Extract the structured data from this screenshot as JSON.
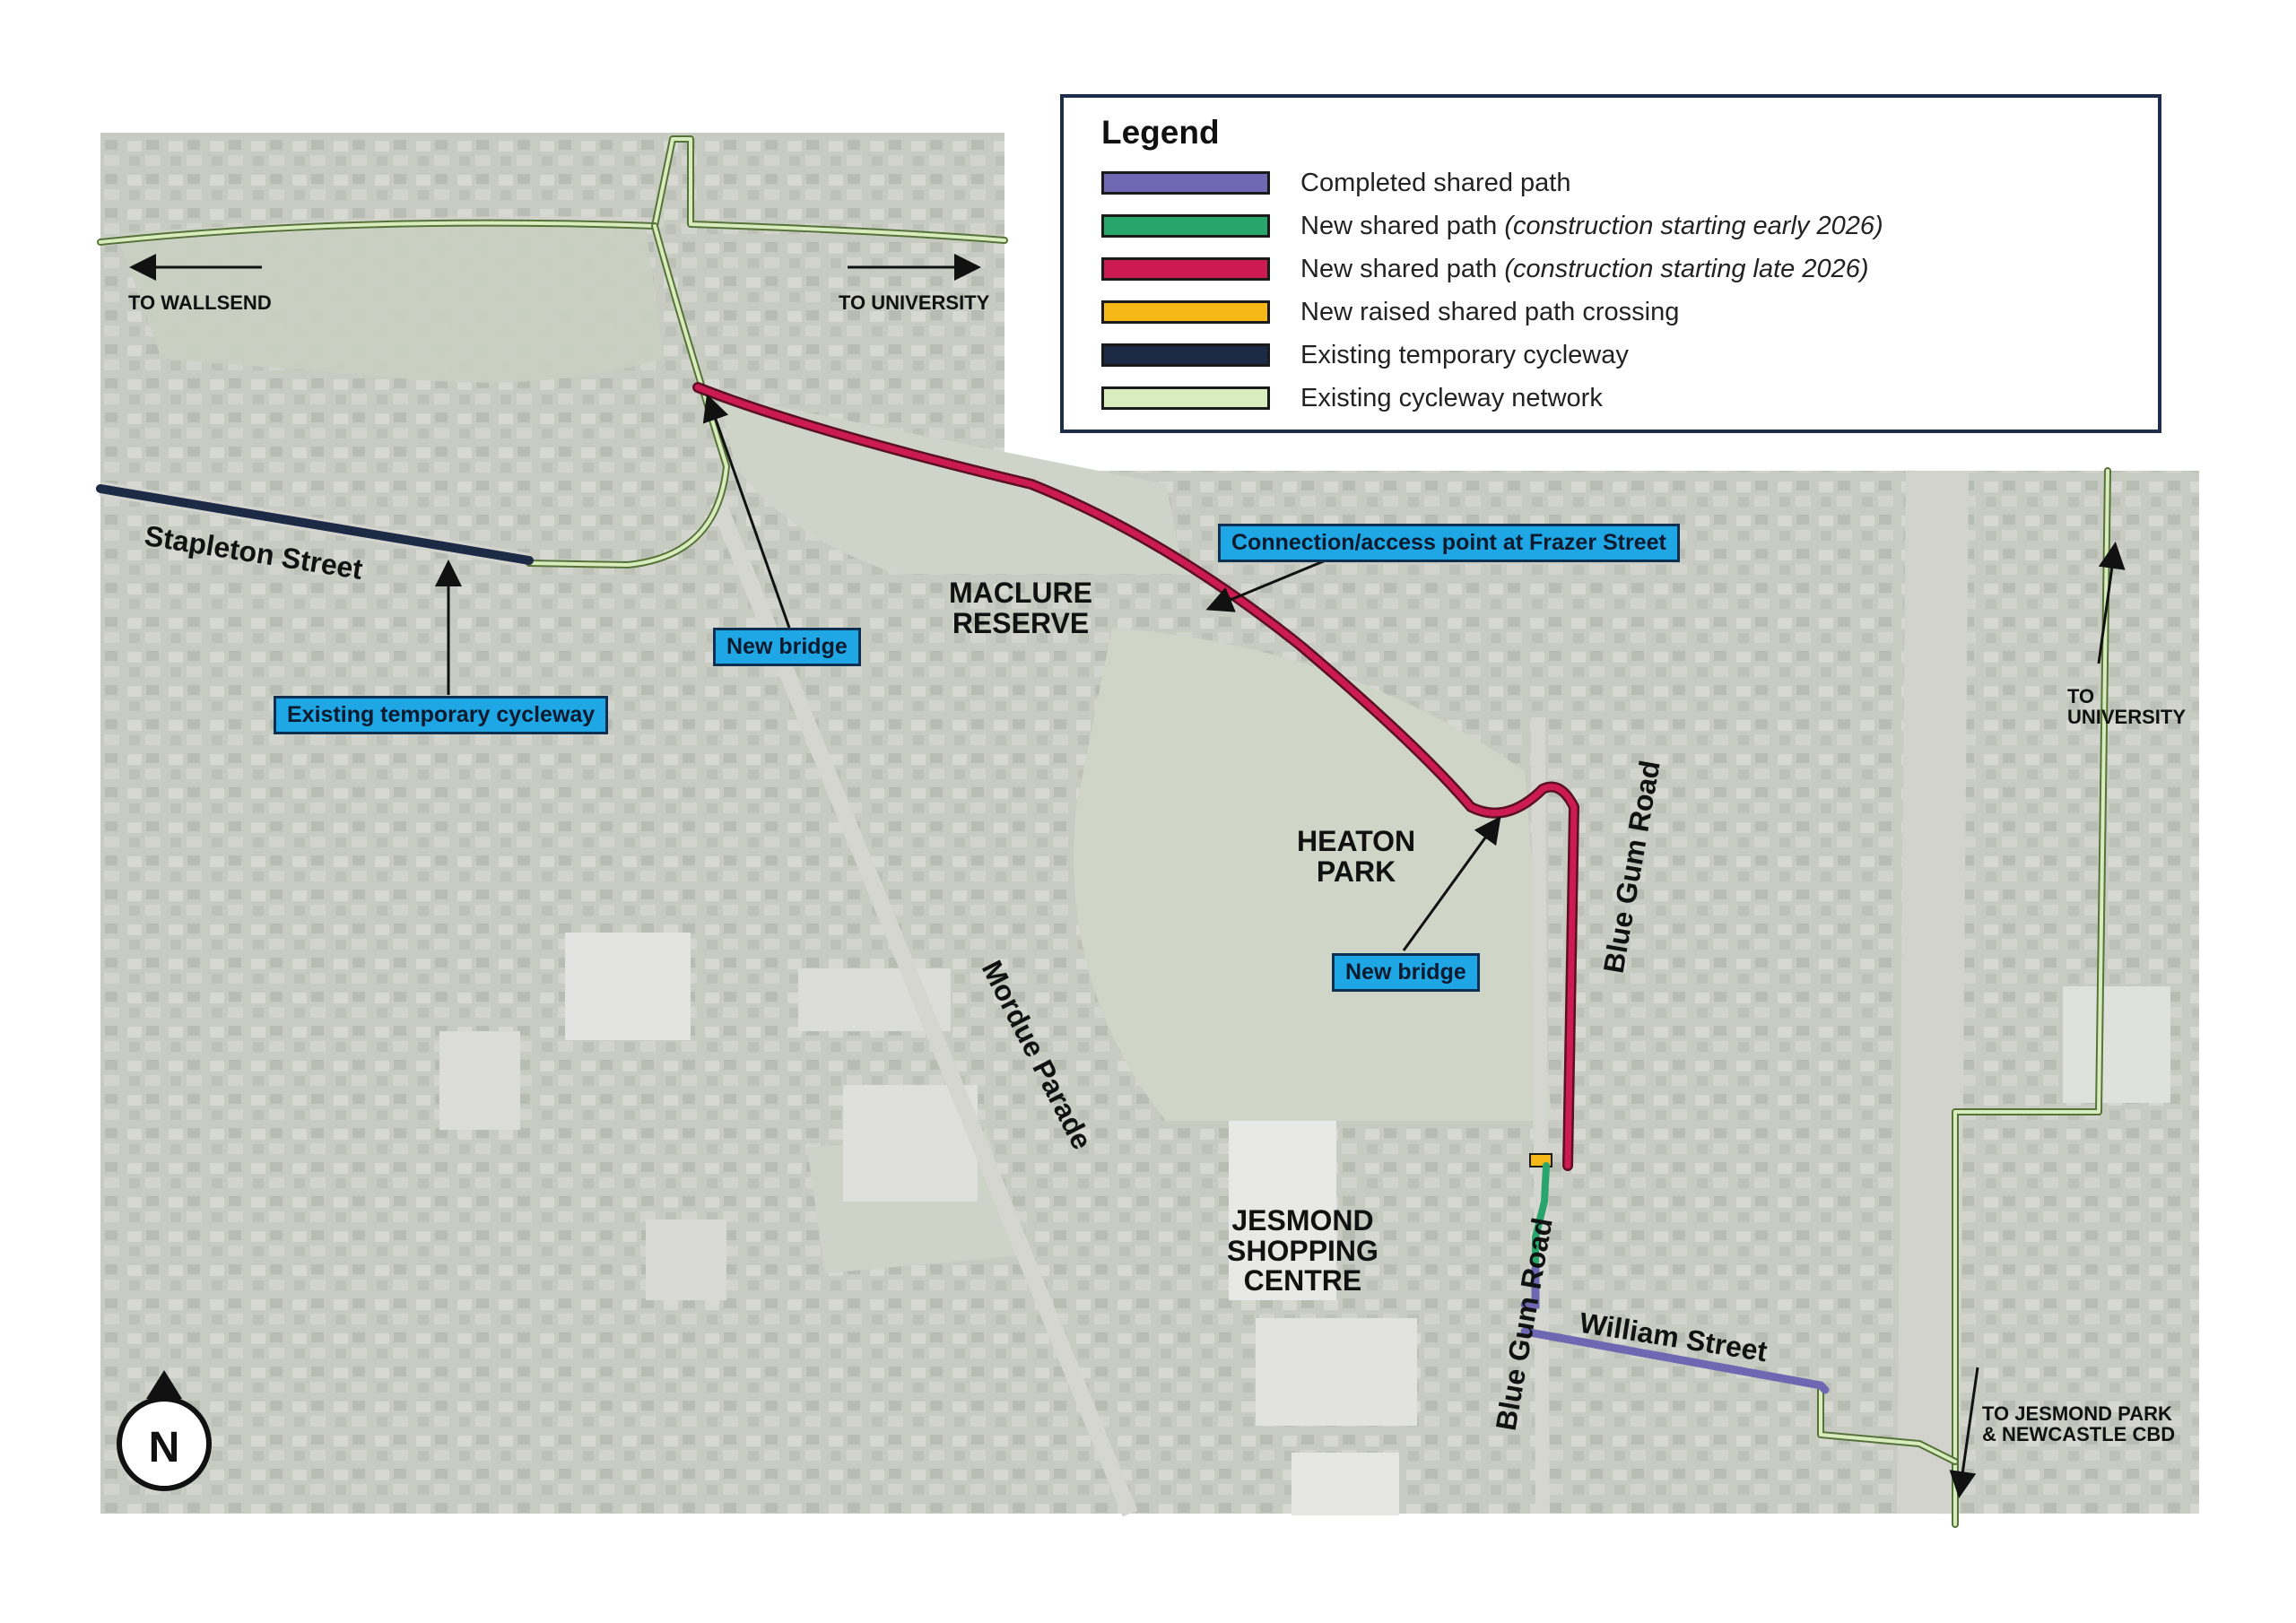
{
  "legend": {
    "title": "Legend",
    "items": [
      {
        "label": "Completed shared path",
        "note": "",
        "color": "#6e67b2"
      },
      {
        "label": "New shared path ",
        "note": "(construction starting early 2026)",
        "color": "#27a56b"
      },
      {
        "label": "New shared path ",
        "note": "(construction starting late 2026)",
        "color": "#cc1b52"
      },
      {
        "label": "New raised shared path crossing",
        "note": "",
        "color": "#f5b817"
      },
      {
        "label": "Existing temporary cycleway",
        "note": "",
        "color": "#1c2a45"
      },
      {
        "label": "Existing cycleway network",
        "note": "",
        "color": "#d9ecbe"
      }
    ]
  },
  "callouts": {
    "new_bridge_north": "New bridge",
    "new_bridge_south": "New bridge",
    "frazer_street": "Connection/access point at Frazer Street",
    "temporary_cycleway": "Existing temporary cycleway"
  },
  "streets": {
    "stapleton": "Stapleton Street",
    "mordue": "Mordue Parade",
    "blue_gum_north": "Blue Gum Road",
    "blue_gum_south": "Blue Gum Road",
    "william": "William Street"
  },
  "places": {
    "maclure_line1": "MACLURE",
    "maclure_line2": "RESERVE",
    "heaton_line1": "HEATON",
    "heaton_line2": "PARK",
    "jesmond_line1": "JESMOND",
    "jesmond_line2": "SHOPPING",
    "jesmond_line3": "CENTRE"
  },
  "directions": {
    "wallsend": "TO WALLSEND",
    "university_top": "TO UNIVERSITY",
    "university_right_line1": "TO",
    "university_right_line2": "UNIVERSITY",
    "jesmond_park_line1": "TO JESMOND PARK",
    "jesmond_park_line2": "& NEWCASTLE CBD"
  },
  "north_arrow": {
    "letter": "N",
    "icon": "north-arrow-icon"
  },
  "colors": {
    "completed": "#6e67b2",
    "early_2026": "#27a56b",
    "late_2026": "#cc1b52",
    "crossing": "#f5b817",
    "temporary": "#1c2a45",
    "network": "#d9ecbe",
    "callout": "#1ea7e4"
  }
}
